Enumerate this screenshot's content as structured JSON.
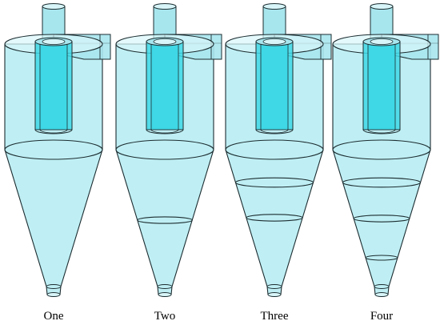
{
  "figure": {
    "cyclones": [
      {
        "label": "One",
        "cone_sections": 1
      },
      {
        "label": "Two",
        "cone_sections": 2
      },
      {
        "label": "Three",
        "cone_sections": 3
      },
      {
        "label": "Four",
        "cone_sections": 4
      }
    ],
    "colors": {
      "body_fill": "#b4ecf2",
      "body_stroke": "#1c2c30",
      "vortex_finder": "#3ed8e6",
      "pipe_fill": "#a8e6ee",
      "cap": "#d8f6f9"
    }
  }
}
